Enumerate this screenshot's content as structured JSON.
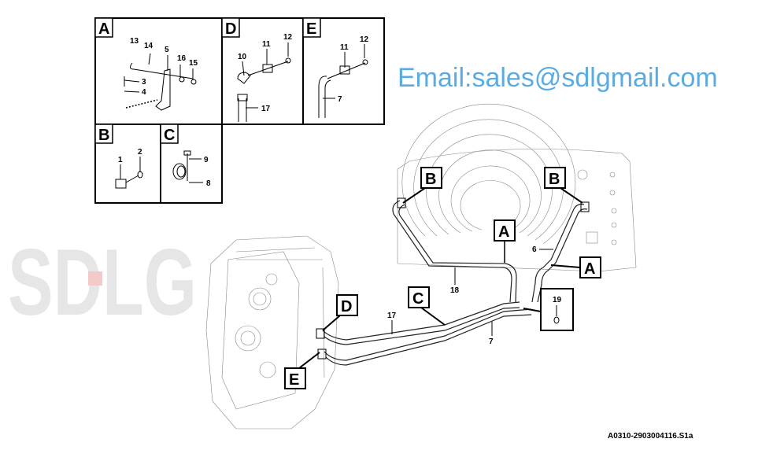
{
  "watermark": {
    "brand": "SDLG",
    "email": "Email:sales@sdlgmail.com",
    "accent_color": "#4aa3e0"
  },
  "detail_views": {
    "A": {
      "label": "A",
      "callouts": [
        "13",
        "14",
        "5",
        "16",
        "15",
        "3",
        "4"
      ]
    },
    "D": {
      "label": "D",
      "callouts": [
        "10",
        "11",
        "12",
        "17"
      ]
    },
    "E": {
      "label": "E",
      "callouts": [
        "11",
        "12",
        "7"
      ]
    },
    "B": {
      "label": "B",
      "callouts": [
        "1",
        "2"
      ]
    },
    "C": {
      "label": "C",
      "callouts": [
        "9",
        "8"
      ]
    }
  },
  "main_view": {
    "markers": [
      "B",
      "B",
      "A",
      "A",
      "C",
      "D",
      "E"
    ],
    "callouts": [
      "6",
      "18",
      "17",
      "7"
    ],
    "part_19": "19"
  },
  "drawing_code": "A0310-2903004116.S1a"
}
